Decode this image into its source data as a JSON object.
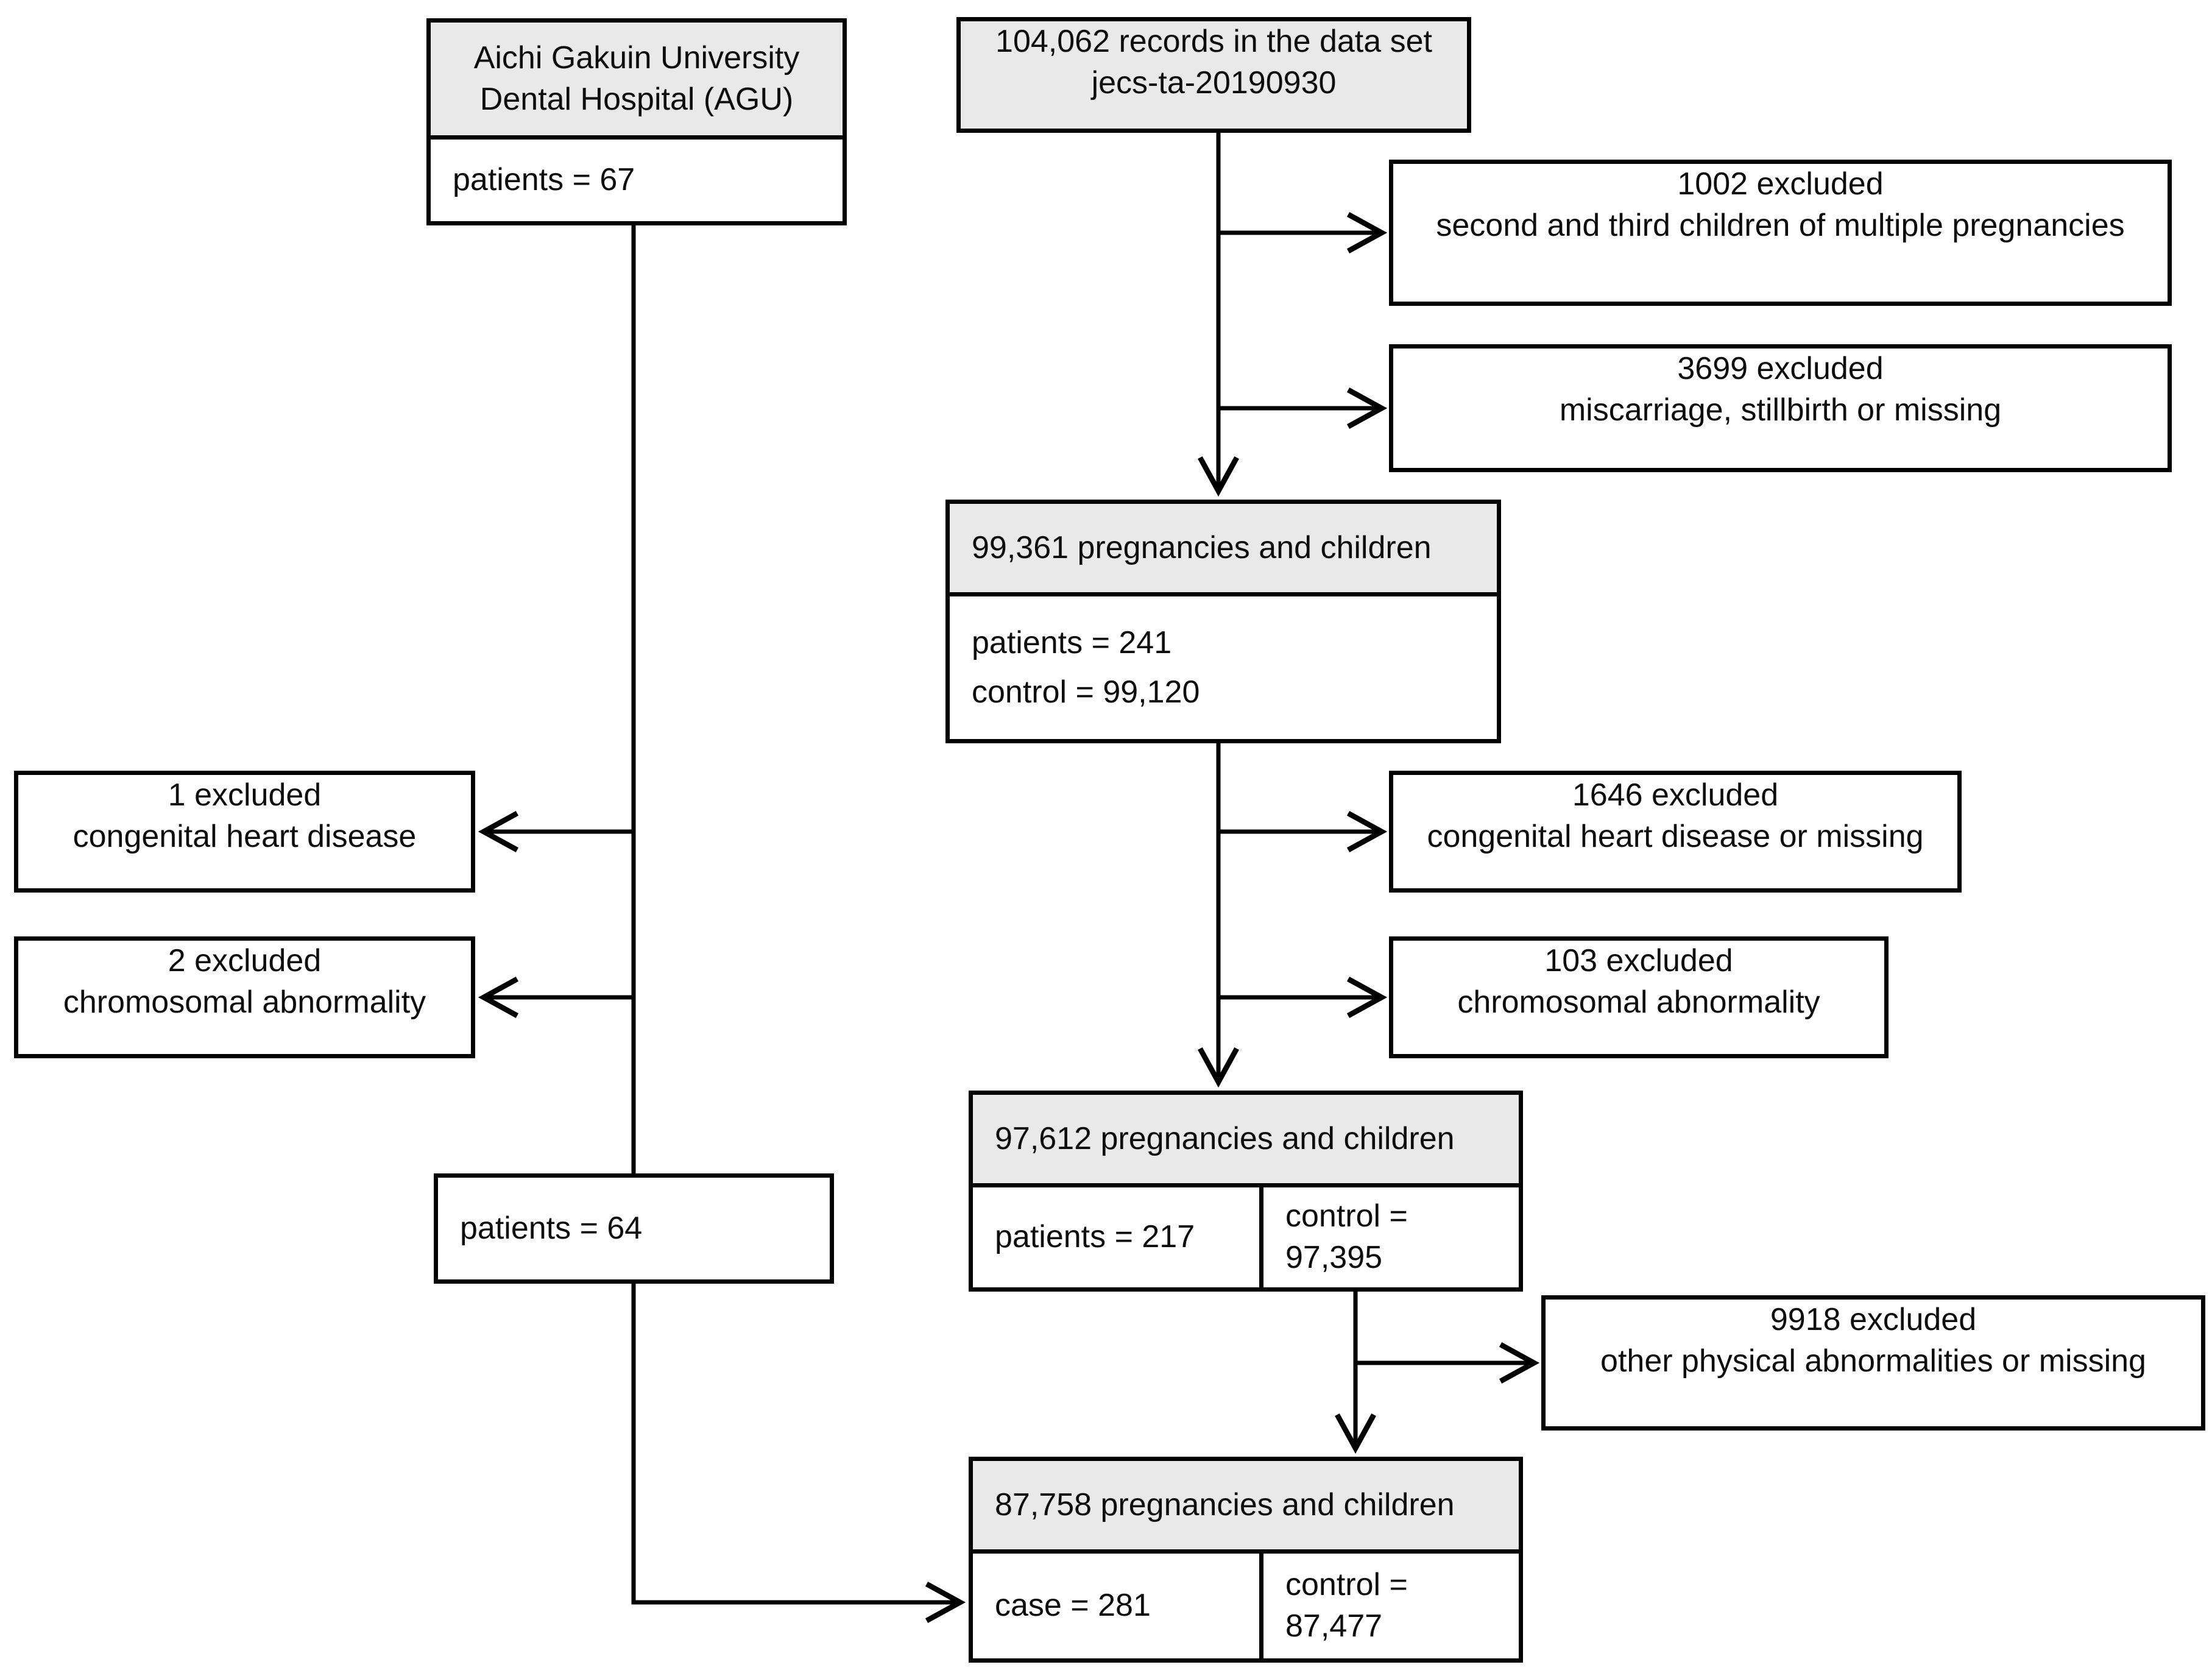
{
  "diagram": {
    "colors": {
      "header_fill": "#e9e9e9",
      "line": "#000000",
      "background": "#ffffff"
    },
    "left": {
      "agu": {
        "title_line1": "Aichi Gakuin University",
        "title_line2": "Dental Hospital (AGU)",
        "body": "patients = 67"
      },
      "excluded_chd": {
        "line1": "1 excluded",
        "line2": "congenital heart disease"
      },
      "excluded_chromosomal": {
        "line1": "2 excluded",
        "line2": "chromosomal abnormality"
      },
      "patients_64": "patients = 64"
    },
    "right": {
      "records": {
        "line1": "104,062 records in the data set",
        "line2": "jecs-ta-20190930"
      },
      "excluded_multiple": {
        "line1": "1002 excluded",
        "line2": "second and third children of multiple pregnancies"
      },
      "excluded_miscarriage": {
        "line1": "3699 excluded",
        "line2": "miscarriage, stillbirth or missing"
      },
      "preg_99361": {
        "header": "99,361 pregnancies and children",
        "body_line1": "patients = 241",
        "body_line2": "control = 99,120"
      },
      "excluded_chd": {
        "line1": "1646 excluded",
        "line2": "congenital heart disease or missing"
      },
      "excluded_chromosomal": {
        "line1": "103 excluded",
        "line2": "chromosomal abnormality"
      },
      "preg_97612": {
        "header": "97,612 pregnancies and children",
        "cell_patients": "patients = 217",
        "cell_control": "control = 97,395"
      },
      "excluded_other": {
        "line1": "9918 excluded",
        "line2": "other physical abnormalities or missing"
      },
      "preg_87758": {
        "header": "87,758 pregnancies and children",
        "cell_case": "case = 281",
        "cell_control": "control = 87,477"
      }
    }
  }
}
